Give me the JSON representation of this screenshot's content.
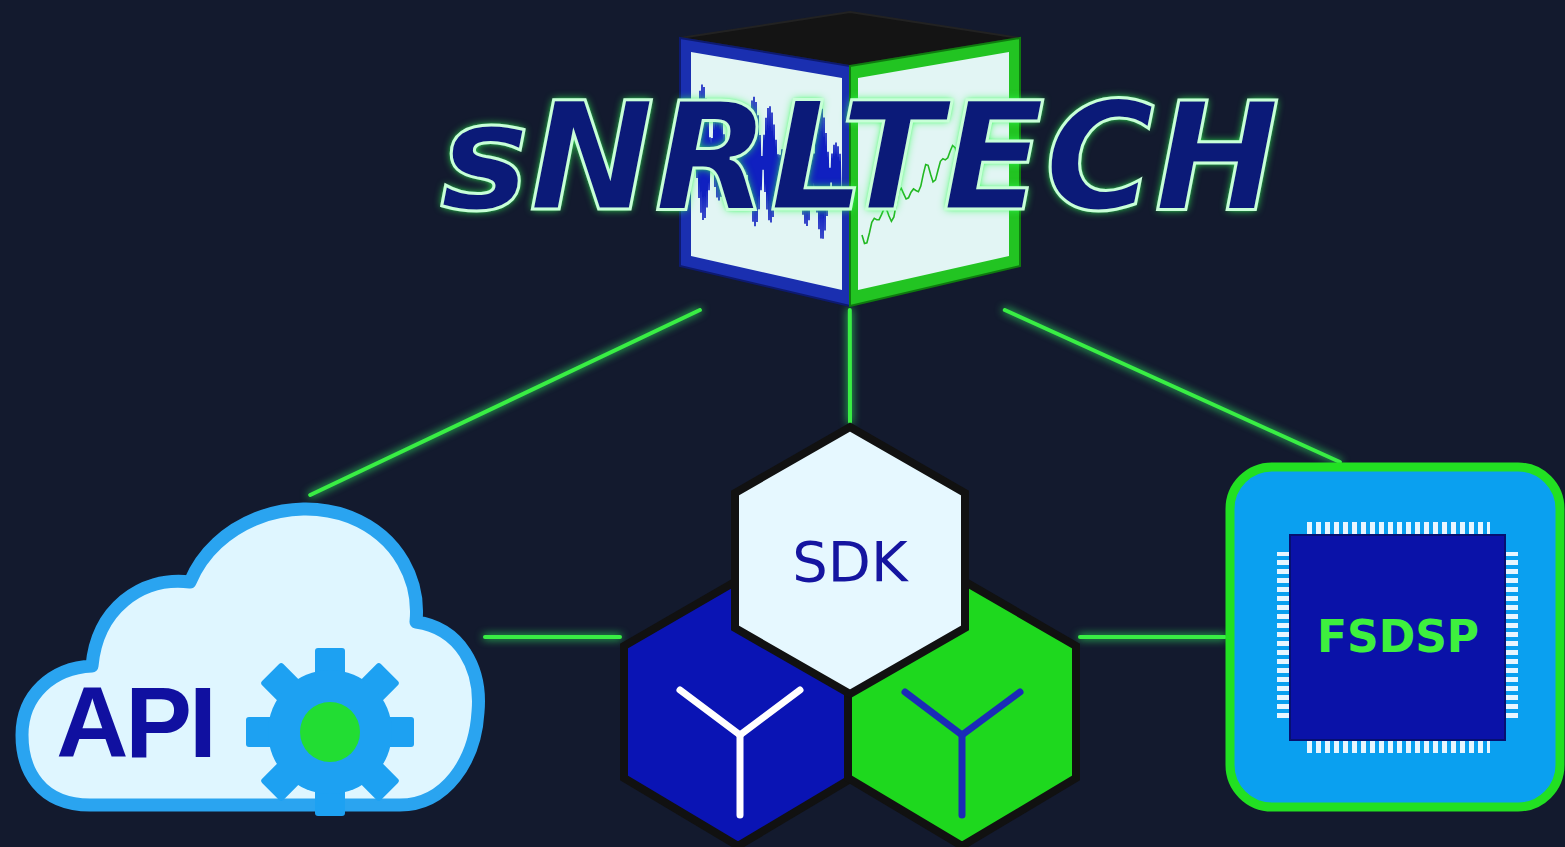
{
  "diagram": {
    "nodes": [
      {
        "text": [
          "sNRLTECH"
        ]
      },
      {
        "text": [
          "API"
        ]
      },
      {
        "text": [
          "SDK"
        ]
      },
      {
        "text": [
          "FSDSP"
        ]
      }
    ],
    "edges": [
      {
        "from": 0,
        "to": 1,
        "arrow": "none"
      },
      {
        "from": 0,
        "to": 2,
        "arrow": "none"
      },
      {
        "from": 0,
        "to": 3,
        "arrow": "none"
      },
      {
        "from": 1,
        "to": 2,
        "arrow": "none"
      },
      {
        "from": 2,
        "to": 3,
        "arrow": "none"
      }
    ]
  }
}
